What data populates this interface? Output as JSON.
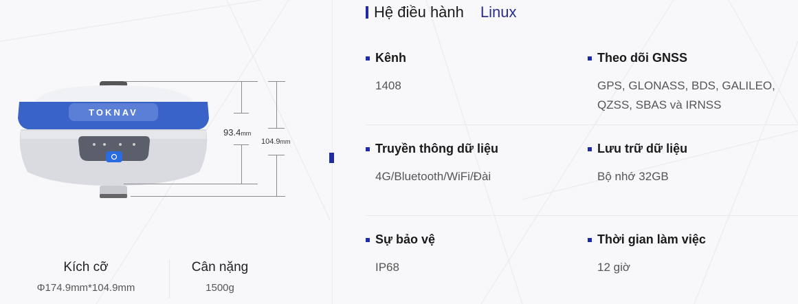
{
  "product": {
    "brand": "TOKNAV",
    "dimensions": {
      "height_inner": "93.4",
      "height_outer": "104.9",
      "unit": "mm"
    }
  },
  "basic_specs": [
    {
      "title": "Kích cỡ",
      "value": "Φ174.9mm*104.9mm"
    },
    {
      "title": "Cân nặng",
      "value": "1500g"
    }
  ],
  "os": {
    "label": "Hệ điều hành",
    "value": "Linux"
  },
  "specs": [
    {
      "title": "Kênh",
      "value": "1408"
    },
    {
      "title": "Theo dõi GNSS",
      "value_lines": [
        "GPS, GLONASS, BDS, GALILEO,",
        "QZSS, SBAS và IRNSS"
      ]
    },
    {
      "title": "Truyền thông dữ liệu",
      "value": "4G/Bluetooth/WiFi/Đài"
    },
    {
      "title": "Lưu trữ dữ liệu",
      "value": "Bộ nhớ 32GB"
    },
    {
      "title": "Sự bảo vệ",
      "value": "IP68"
    },
    {
      "title": "Thời gian làm việc",
      "value": "12 giờ"
    }
  ],
  "colors": {
    "accent": "#1f2aa8",
    "device_blue": "#3a63c8",
    "link_value": "#2a2f8f"
  }
}
